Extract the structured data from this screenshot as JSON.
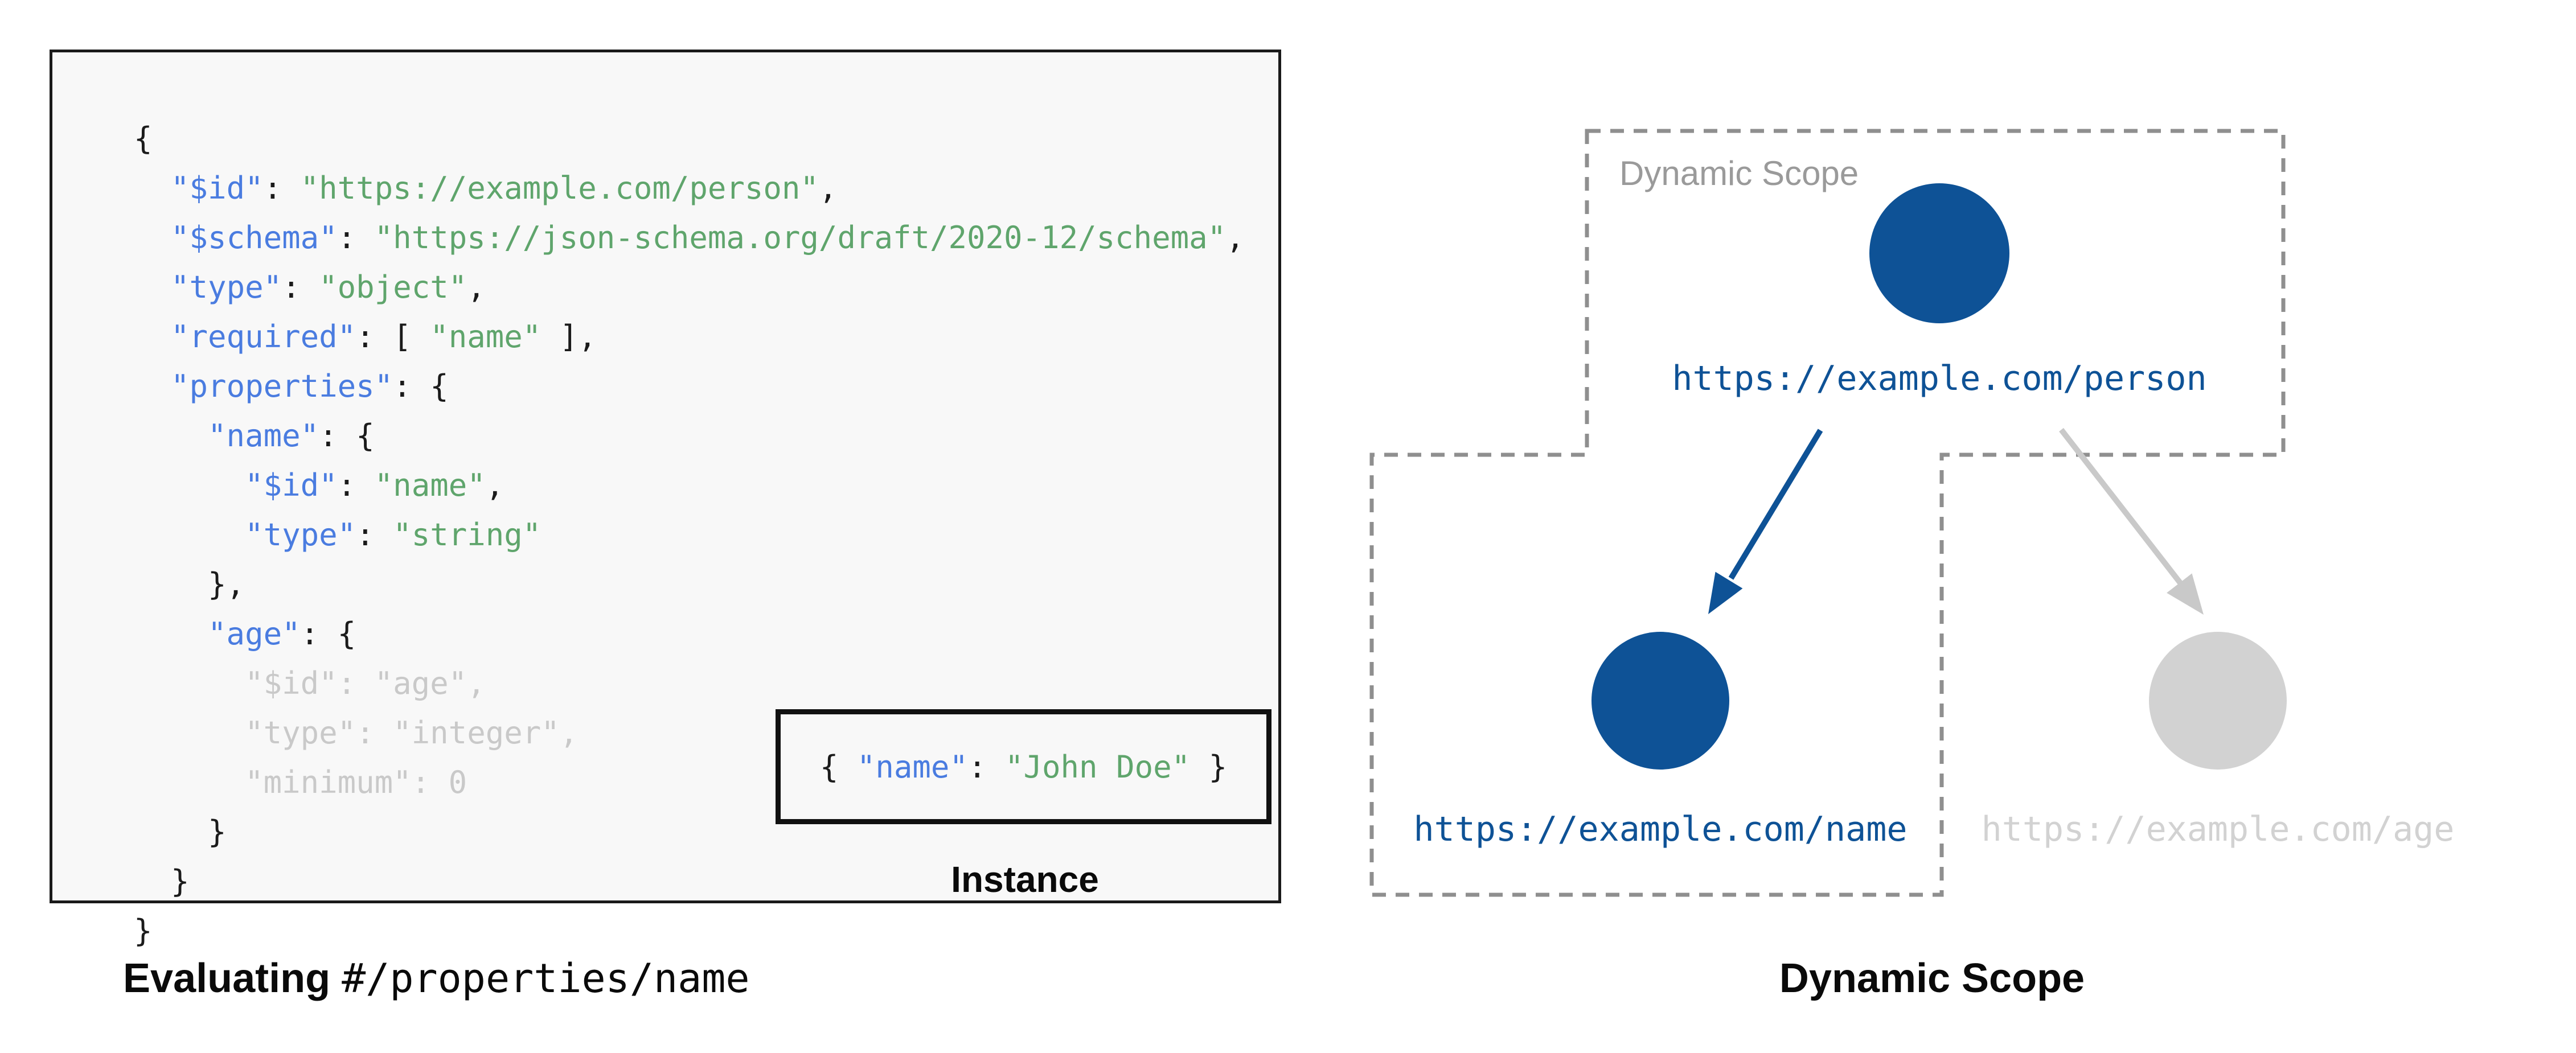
{
  "colors": {
    "panel_bg": "#f8f8f8",
    "punct": "#1b1b1b",
    "key_blue": "#4a7ce0",
    "string_green": "#5fa56c",
    "dim_gray": "#c9c9c9",
    "node_blue": "#0e5296",
    "node_gray": "#d2d2d2",
    "arrow_blue": "#0e5296",
    "arrow_gray": "#c9c9c9",
    "dash_gray": "#8f8f8f",
    "label_gray": "#9a9a9a"
  },
  "schema_panel": {
    "code_lines": [
      [
        {
          "t": "{",
          "c": "p"
        }
      ],
      [
        {
          "t": "  ",
          "c": "p"
        },
        {
          "t": "\"$id\"",
          "c": "k"
        },
        {
          "t": ": ",
          "c": "p"
        },
        {
          "t": "\"https://example.com/person\"",
          "c": "s"
        },
        {
          "t": ",",
          "c": "p"
        }
      ],
      [
        {
          "t": "  ",
          "c": "p"
        },
        {
          "t": "\"$schema\"",
          "c": "k"
        },
        {
          "t": ": ",
          "c": "p"
        },
        {
          "t": "\"https://json-schema.org/draft/2020-12/schema\"",
          "c": "s"
        },
        {
          "t": ",",
          "c": "p"
        }
      ],
      [
        {
          "t": "  ",
          "c": "p"
        },
        {
          "t": "\"type\"",
          "c": "k"
        },
        {
          "t": ": ",
          "c": "p"
        },
        {
          "t": "\"object\"",
          "c": "s"
        },
        {
          "t": ",",
          "c": "p"
        }
      ],
      [
        {
          "t": "  ",
          "c": "p"
        },
        {
          "t": "\"required\"",
          "c": "k"
        },
        {
          "t": ": [ ",
          "c": "p"
        },
        {
          "t": "\"name\"",
          "c": "s"
        },
        {
          "t": " ],",
          "c": "p"
        }
      ],
      [
        {
          "t": "  ",
          "c": "p"
        },
        {
          "t": "\"properties\"",
          "c": "k"
        },
        {
          "t": ": {",
          "c": "p"
        }
      ],
      [
        {
          "t": "    ",
          "c": "p"
        },
        {
          "t": "\"name\"",
          "c": "k"
        },
        {
          "t": ": {",
          "c": "p"
        }
      ],
      [
        {
          "t": "      ",
          "c": "p"
        },
        {
          "t": "\"$id\"",
          "c": "k"
        },
        {
          "t": ": ",
          "c": "p"
        },
        {
          "t": "\"name\"",
          "c": "s"
        },
        {
          "t": ",",
          "c": "p"
        }
      ],
      [
        {
          "t": "      ",
          "c": "p"
        },
        {
          "t": "\"type\"",
          "c": "k"
        },
        {
          "t": ": ",
          "c": "p"
        },
        {
          "t": "\"string\"",
          "c": "s"
        }
      ],
      [
        {
          "t": "    },",
          "c": "p"
        }
      ],
      [
        {
          "t": "    ",
          "c": "p"
        },
        {
          "t": "\"age\"",
          "c": "k"
        },
        {
          "t": ": {",
          "c": "p"
        }
      ],
      [
        {
          "t": "      \"$id\": \"age\",",
          "c": "d"
        }
      ],
      [
        {
          "t": "      \"type\": \"integer\",",
          "c": "d"
        }
      ],
      [
        {
          "t": "      \"minimum\": 0",
          "c": "d"
        }
      ],
      [
        {
          "t": "    }",
          "c": "p"
        }
      ],
      [
        {
          "t": "  }",
          "c": "p"
        }
      ],
      [
        {
          "t": "}",
          "c": "p"
        }
      ]
    ],
    "instance": {
      "tokens": [
        {
          "t": "{ ",
          "c": "p"
        },
        {
          "t": "\"name\"",
          "c": "k"
        },
        {
          "t": ": ",
          "c": "p"
        },
        {
          "t": "\"John Doe\"",
          "c": "s"
        },
        {
          "t": " }",
          "c": "p"
        }
      ],
      "label": "Instance"
    },
    "caption": {
      "bold": "Evaluating",
      "separator": " ",
      "code": "#/properties/name"
    }
  },
  "scope_diagram": {
    "scope_label": "Dynamic Scope",
    "nodes": {
      "person": {
        "url": "https://example.com/person",
        "state": "active"
      },
      "name": {
        "url": "https://example.com/name",
        "state": "active"
      },
      "age": {
        "url": "https://example.com/age",
        "state": "inactive"
      }
    },
    "caption": "Dynamic Scope"
  }
}
